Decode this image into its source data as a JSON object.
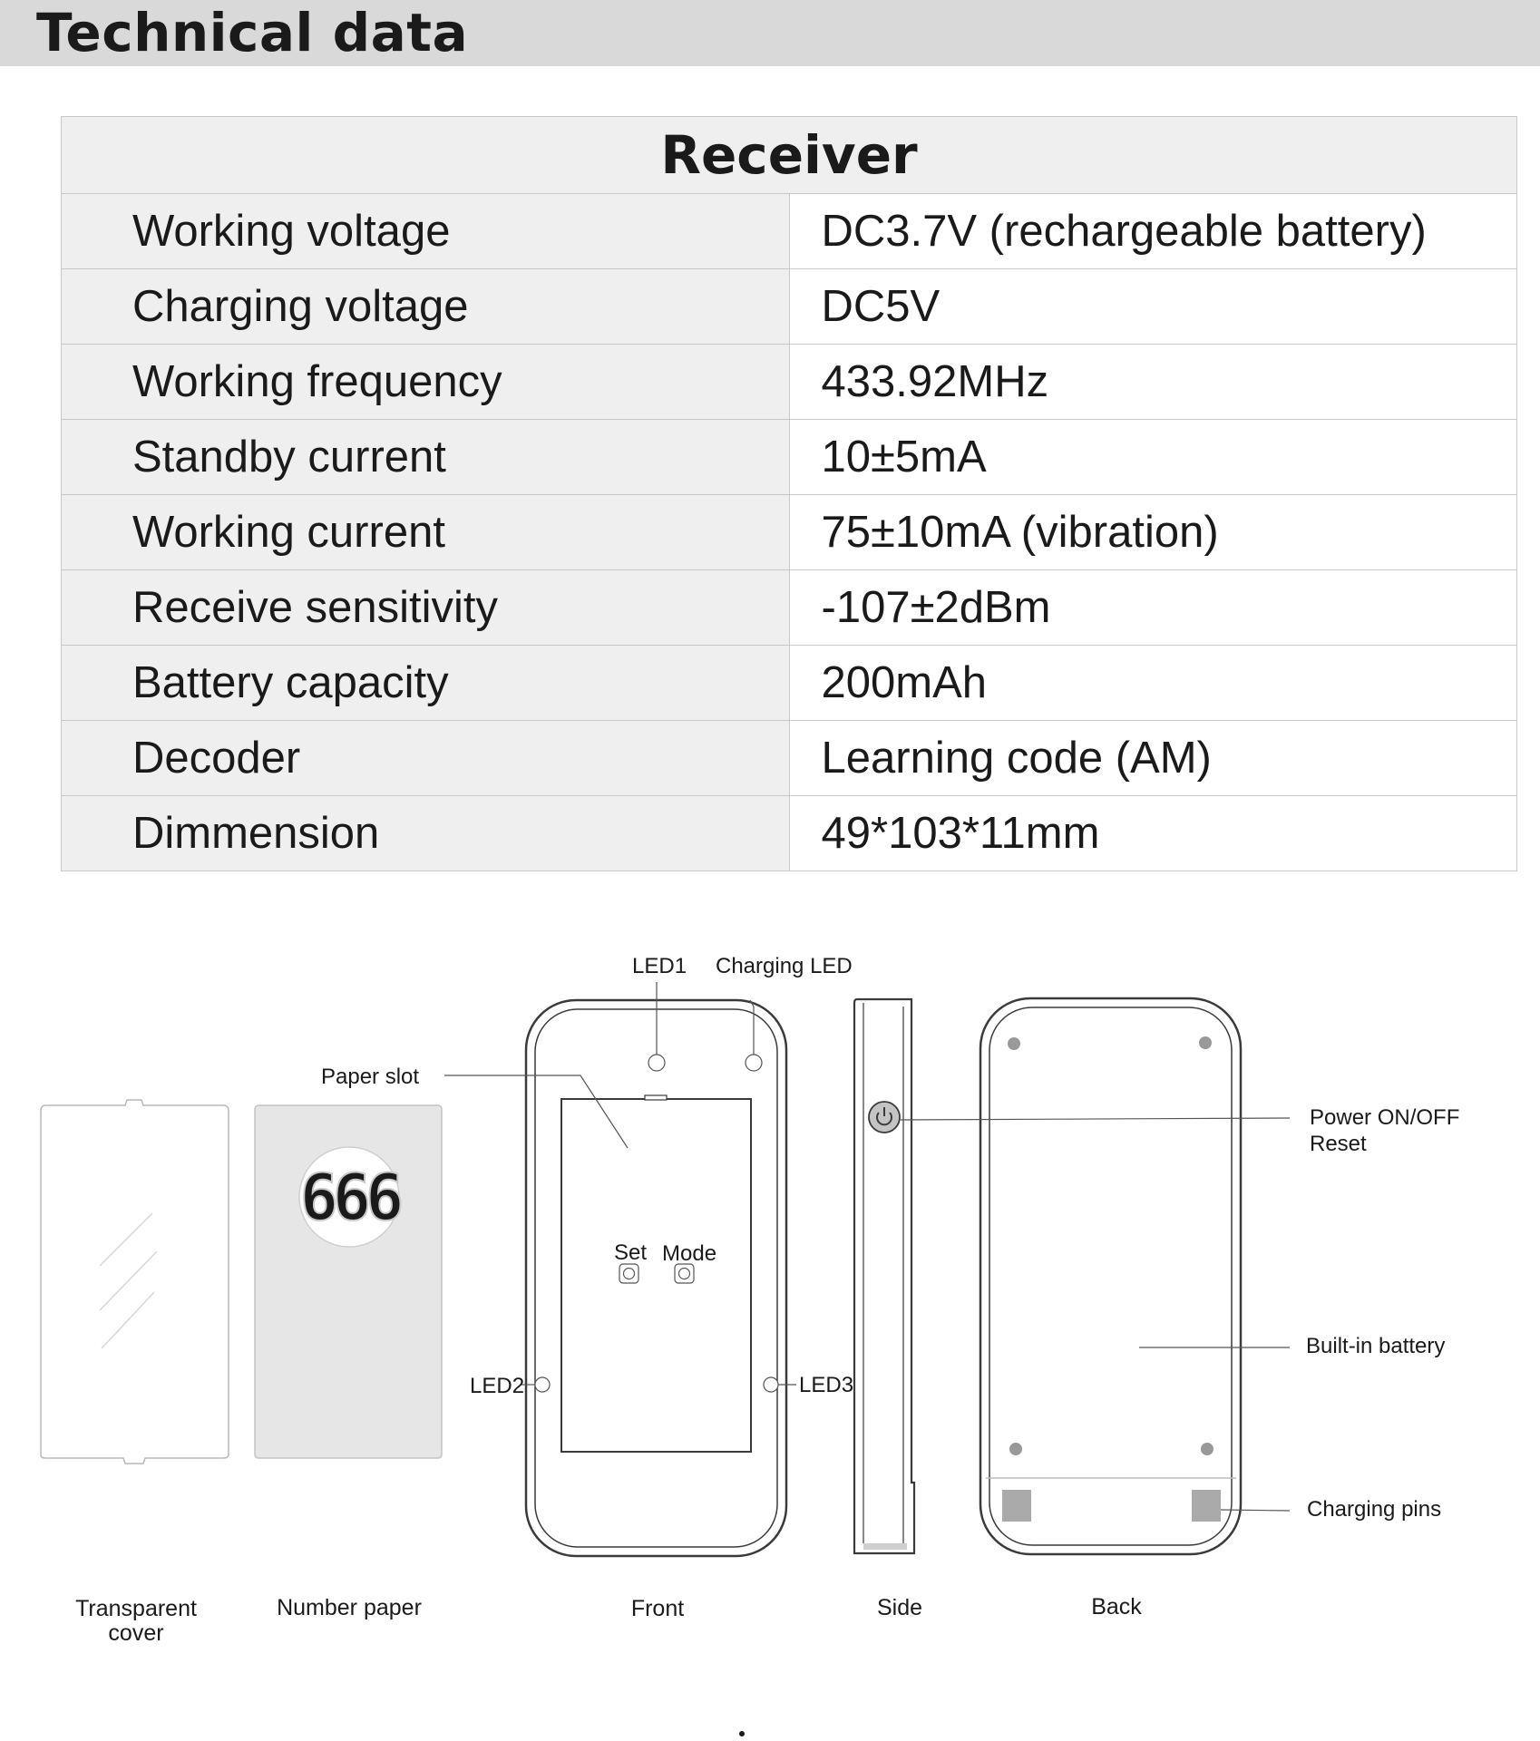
{
  "header": {
    "title": "Technical data"
  },
  "spec_table": {
    "heading": "Receiver",
    "rows": [
      {
        "label": "Working voltage",
        "value": "DC3.7V (rechargeable battery)"
      },
      {
        "label": "Charging voltage",
        "value": "DC5V"
      },
      {
        "label": "Working frequency",
        "value": "433.92MHz"
      },
      {
        "label": "Standby current",
        "value": "10±5mA"
      },
      {
        "label": "Working current",
        "value": "75±10mA (vibration)"
      },
      {
        "label": "Receive sensitivity",
        "value": "-107±2dBm"
      },
      {
        "label": "Battery capacity",
        "value": "200mAh"
      },
      {
        "label": "Decoder",
        "value": "Learning code (AM)"
      },
      {
        "label": "Dimmension",
        "value": "49*103*11mm"
      }
    ]
  },
  "diagram": {
    "callouts": {
      "led1": "LED1",
      "charging_led": "Charging LED",
      "paper_slot": "Paper slot",
      "set": "Set",
      "mode": "Mode",
      "led2": "LED2",
      "led3": "LED3",
      "power_line1": "Power ON/OFF",
      "power_line2": "Reset",
      "built_in_battery": "Built-in battery",
      "charging_pins": "Charging pins",
      "display_digits": "666"
    },
    "captions": {
      "transparent_cover_line1": "Transparent",
      "transparent_cover_line2": "cover",
      "number_paper": "Number paper",
      "front": "Front",
      "side": "Side",
      "back": "Back"
    }
  }
}
